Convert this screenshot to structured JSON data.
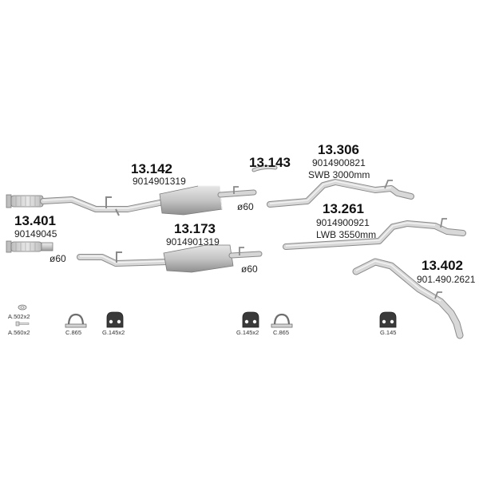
{
  "parts": [
    {
      "id": "13.142",
      "oem": "9014901319",
      "diameter": "ø60"
    },
    {
      "id": "13.143"
    },
    {
      "id": "13.306",
      "oem": "9014900821",
      "note": "SWB 3000mm"
    },
    {
      "id": "13.401",
      "oem": "90149045",
      "diameter": "ø60"
    },
    {
      "id": "13.173",
      "oem": "9014901319",
      "diameter": "ø60"
    },
    {
      "id": "13.261",
      "oem": "9014900921",
      "note": "LWB 3550mm"
    },
    {
      "id": "13.402",
      "oem": "901.490.2621"
    }
  ],
  "accessories": [
    {
      "code": "A.502x2",
      "icon": "nut-icon"
    },
    {
      "code": "A.560x2",
      "icon": "bolt-icon"
    },
    {
      "code": "C.865",
      "icon": "clamp-icon"
    },
    {
      "code": "G.145x2",
      "icon": "rubber-hanger-icon"
    },
    {
      "code": "G.145x2",
      "icon": "rubber-hanger-icon"
    },
    {
      "code": "C.865",
      "icon": "clamp-icon"
    },
    {
      "code": "G.145",
      "icon": "rubber-hanger-icon"
    }
  ],
  "colors": {
    "pipe": "#c8c8c8",
    "pipe_edge": "#8a8a8a",
    "pipe_highlight": "#f2f2f2"
  }
}
